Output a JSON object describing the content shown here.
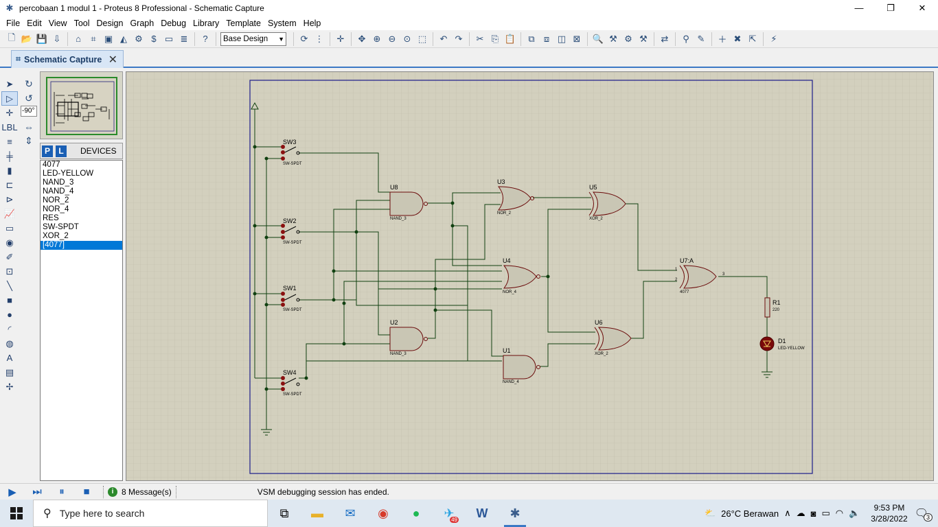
{
  "window": {
    "title": "percobaan 1 modul 1 - Proteus 8 Professional - Schematic Capture",
    "minimize": "—",
    "restore": "❐",
    "close": "✕"
  },
  "menu": [
    "File",
    "Edit",
    "View",
    "Tool",
    "Design",
    "Graph",
    "Debug",
    "Library",
    "Template",
    "System",
    "Help"
  ],
  "toolbar": {
    "design_select": "Base Design"
  },
  "tab": {
    "label": "Schematic Capture"
  },
  "rotation": {
    "angle": "-90°"
  },
  "devices": {
    "header": "DEVICES",
    "p_button": "P",
    "l_button": "L",
    "items": [
      "4077",
      "LED-YELLOW",
      "NAND_3",
      "NAND_4",
      "NOR_2",
      "NOR_4",
      "RES",
      "SW-SPDT",
      "XOR_2",
      "[4077]"
    ],
    "selected_index": 9
  },
  "schematic": {
    "switches": [
      {
        "ref": "SW3",
        "type": "SW-SPDT"
      },
      {
        "ref": "SW2",
        "type": "SW-SPDT"
      },
      {
        "ref": "SW1",
        "type": "SW-SPDT"
      },
      {
        "ref": "SW4",
        "type": "SW-SPDT"
      }
    ],
    "gates": [
      {
        "ref": "U8",
        "type": "NAND_3"
      },
      {
        "ref": "U3",
        "type": "NOR_2"
      },
      {
        "ref": "U5",
        "type": "XOR_2"
      },
      {
        "ref": "U4",
        "type": "NOR_4"
      },
      {
        "ref": "U7:A",
        "type": "4077",
        "pin1": "1",
        "pin2": "2",
        "pin3": "3"
      },
      {
        "ref": "U2",
        "type": "NAND_3"
      },
      {
        "ref": "U6",
        "type": "XOR_2"
      },
      {
        "ref": "U1",
        "type": "NAND_4"
      }
    ],
    "resistor": {
      "ref": "R1",
      "value": "220"
    },
    "led": {
      "ref": "D1",
      "type": "LED-YELLOW"
    }
  },
  "status": {
    "messages": "8 Message(s)",
    "text": "VSM debugging session has ended."
  },
  "taskbar": {
    "search_placeholder": "Type here to search",
    "telegram_badge": "49",
    "weather": "26°C  Berawan",
    "time": "9:53 PM",
    "date": "3/28/2022",
    "notifications": "3"
  }
}
